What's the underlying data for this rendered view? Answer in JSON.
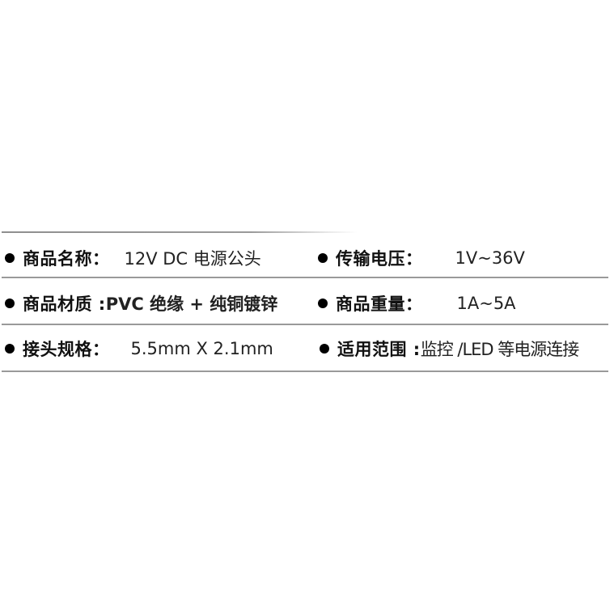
{
  "specs": {
    "left": [
      {
        "label": "商品名称：",
        "value": "12V DC 电源公头"
      },
      {
        "label": "商品材质 :",
        "value": "PVC 绝缘 + 纯铜镀锌"
      },
      {
        "label": "接头规格：",
        "value": "5.5mm X 2.1mm"
      }
    ],
    "right": [
      {
        "label": "传输电压：",
        "value": "1V~36V"
      },
      {
        "label": "商品重量：",
        "value": "1A~5A"
      },
      {
        "label": "适用范围 :",
        "value": "监控 /LED 等电源连接"
      }
    ]
  },
  "colors": {
    "divider": "#9a9a9a",
    "bullet": "#000000",
    "text": "#1a1a1a"
  }
}
